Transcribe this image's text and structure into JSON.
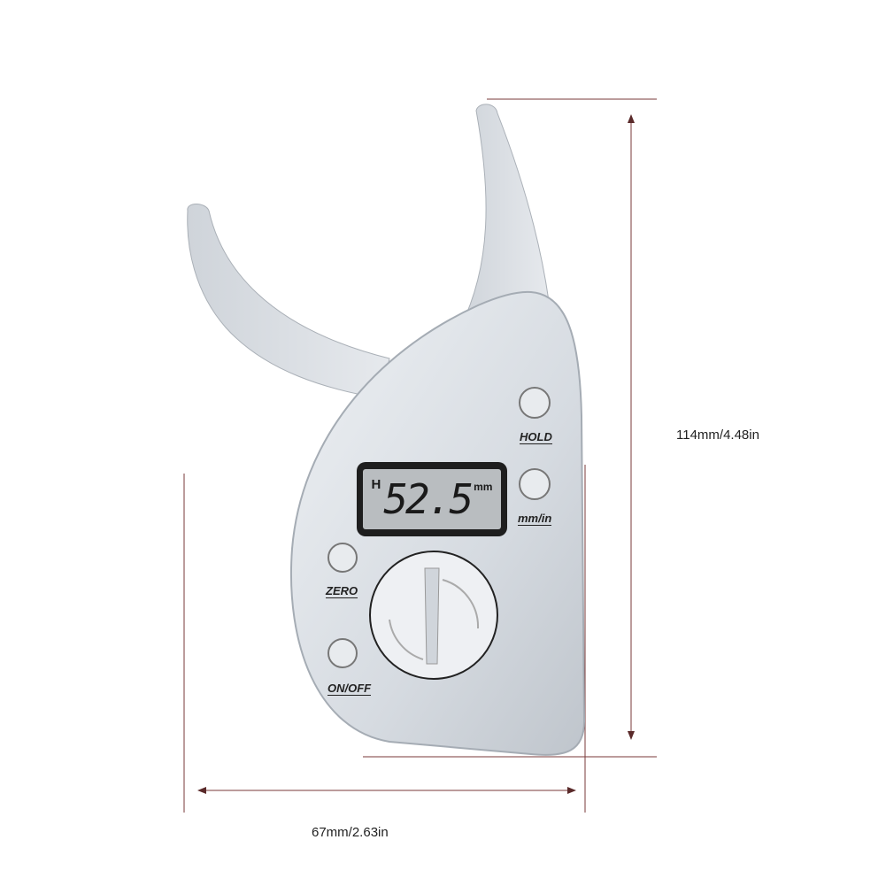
{
  "dimensions": {
    "height_label": "114mm/4.48in",
    "width_label": "67mm/2.63in"
  },
  "device": {
    "display": {
      "hold_indicator": "H",
      "reading": "52.5",
      "unit": "mm"
    },
    "buttons": [
      {
        "label": "HOLD"
      },
      {
        "label": "mm/in"
      },
      {
        "label": "ZERO"
      },
      {
        "label": "ON/OFF"
      }
    ],
    "colors": {
      "body": "#dfe3e8",
      "lcd_bezel": "#1e1e1e",
      "lcd_screen": "#b9bdc0",
      "dimension_line": "#7a2a2a"
    }
  }
}
